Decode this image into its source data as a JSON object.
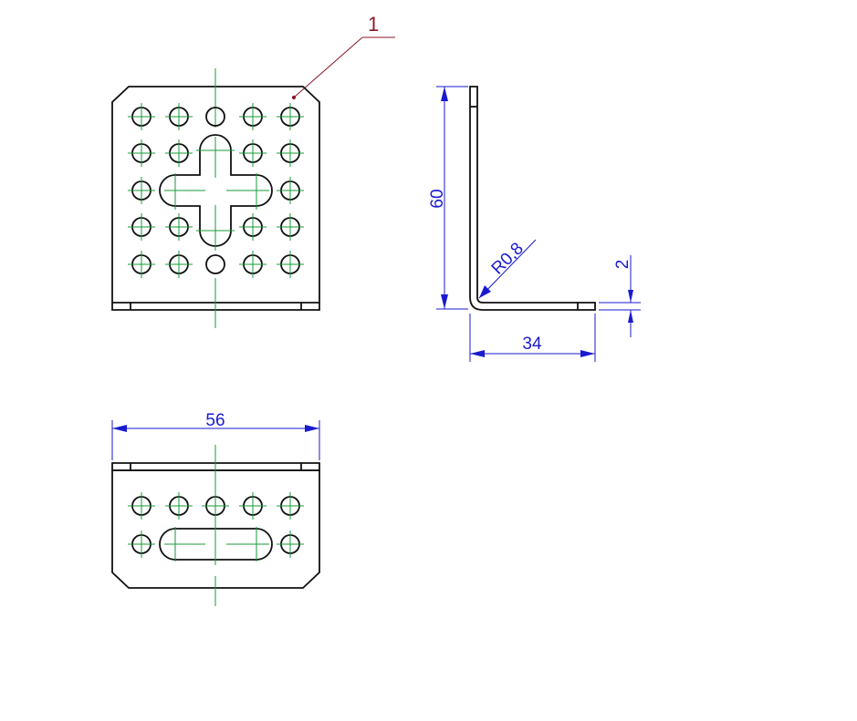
{
  "part_label": "1",
  "dimensions": {
    "height": "60",
    "radius": "R0,8",
    "thickness": "2",
    "flange_length": "34",
    "width": "56"
  },
  "colors": {
    "outline": "#111111",
    "centerline": "#1a9a3a",
    "dimension": "#1a1ad0",
    "label": "#8a1a2a"
  }
}
